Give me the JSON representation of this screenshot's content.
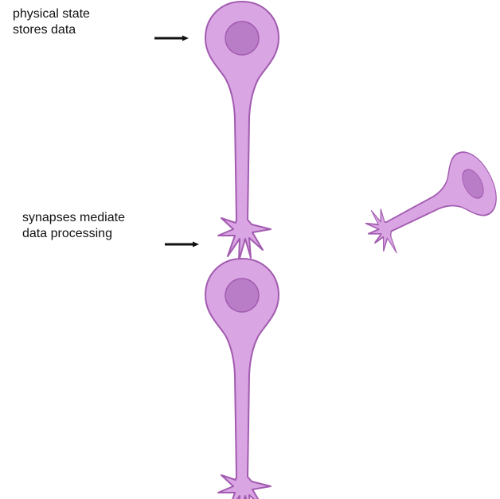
{
  "annotations": {
    "storage": {
      "line1": "physical state",
      "line2": "stores data"
    },
    "synapse": {
      "line1": "synapses mediate",
      "line2": "data processing"
    }
  },
  "colors": {
    "cell_fill": "#d9a6e3",
    "cell_stroke": "#a25bb0",
    "nucleus_fill": "#b97cc6",
    "arrow": "#111111",
    "text": "#111111",
    "background": "#ffffff"
  },
  "icons": {
    "neuron": "neuron-icon",
    "nucleus": "nucleus-icon",
    "arrow": "arrow-right-icon"
  }
}
